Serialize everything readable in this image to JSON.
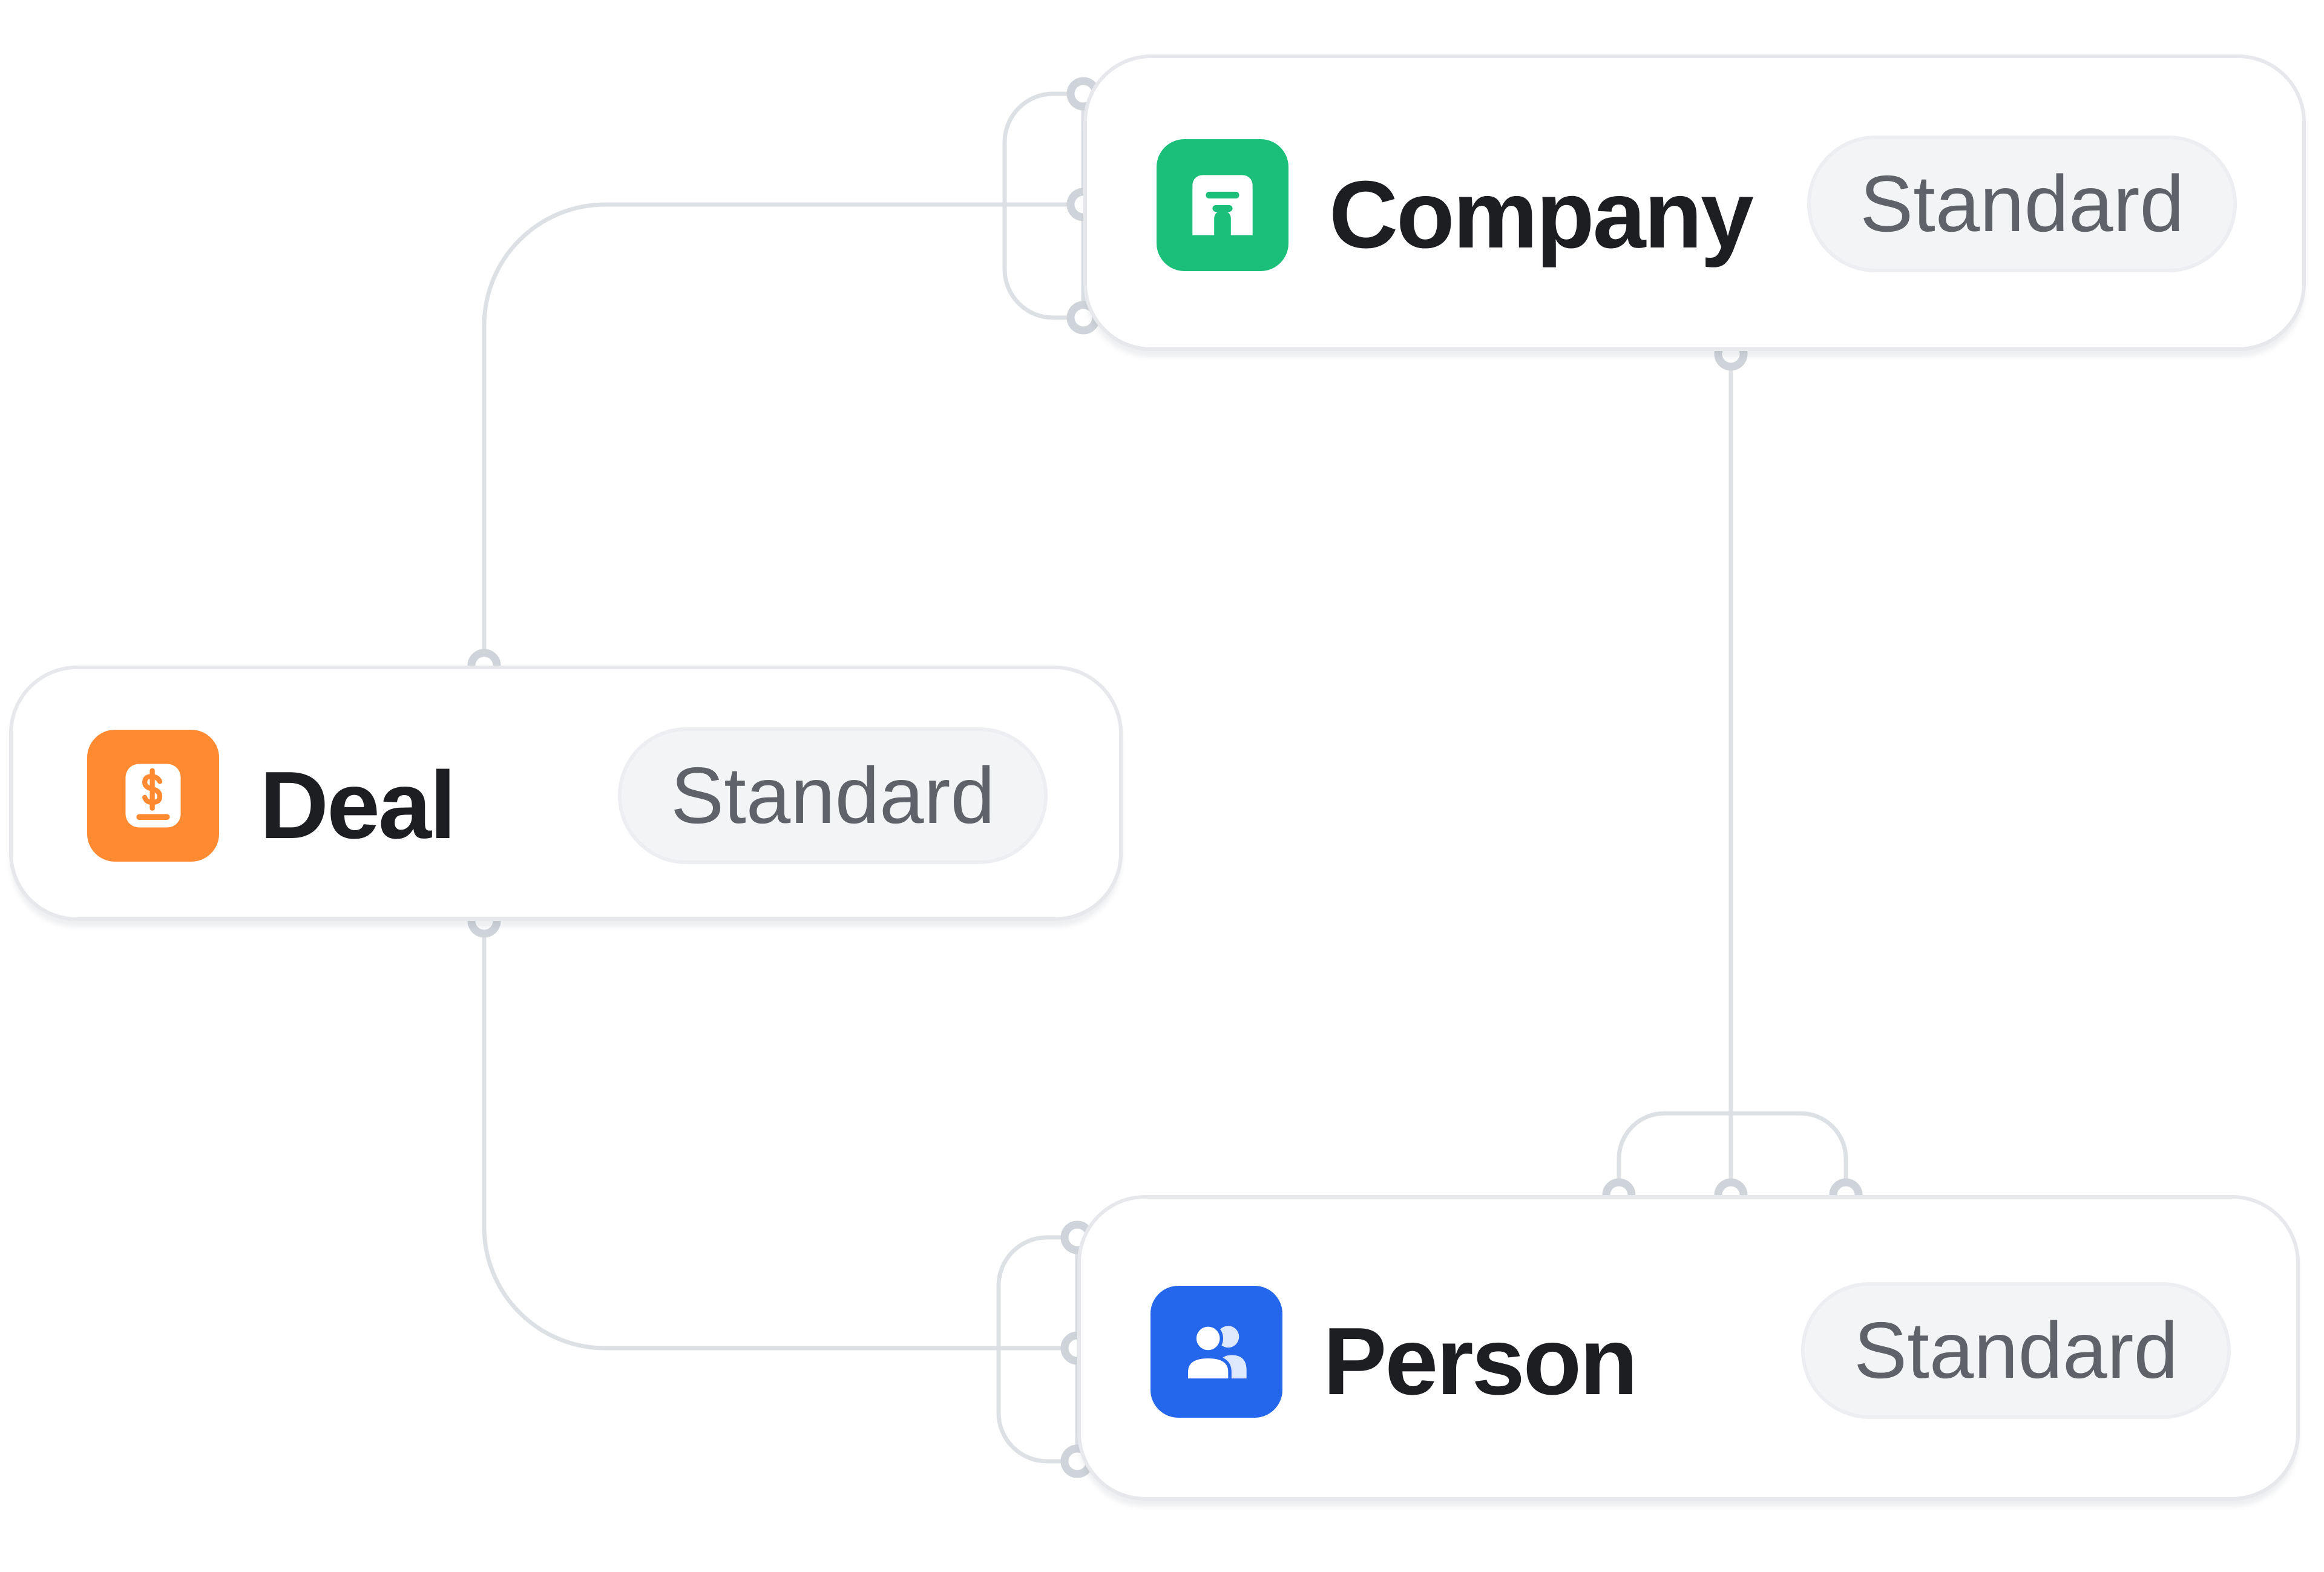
{
  "diagram": {
    "nodes": [
      {
        "id": "company",
        "label": "Company",
        "badge": "Standard",
        "icon": "building-icon",
        "icon_color": "#1bbf7a"
      },
      {
        "id": "deal",
        "label": "Deal",
        "badge": "Standard",
        "icon": "dollar-receipt-icon",
        "icon_color": "#ff8a32"
      },
      {
        "id": "person",
        "label": "Person",
        "badge": "Standard",
        "icon": "people-icon",
        "icon_color": "#2467ec"
      }
    ],
    "edges": [
      {
        "from": "company",
        "to": "deal"
      },
      {
        "from": "company",
        "to": "person"
      },
      {
        "from": "deal",
        "to": "person"
      },
      {
        "from": "company",
        "to": "company"
      },
      {
        "from": "person",
        "to": "person"
      }
    ],
    "colors": {
      "wire": "#dde1e6",
      "handle": "#cfd4da",
      "node_border": "#e6e8eb",
      "badge_background": "#f3f4f6",
      "badge_text": "#5f6369",
      "title_text": "#1c1e22"
    }
  }
}
